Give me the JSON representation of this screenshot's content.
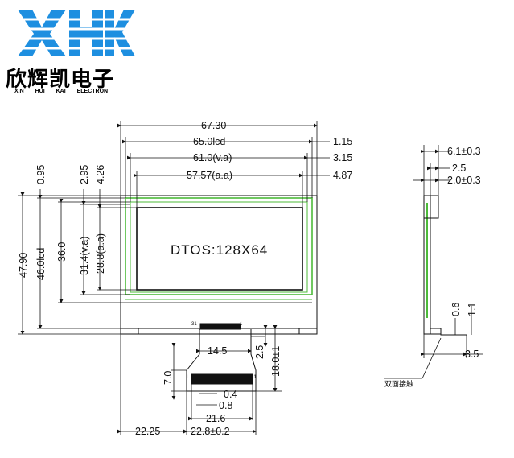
{
  "brand": {
    "logo_text": "XHK",
    "name_cn": "欣辉凯电子",
    "name_en": "XIN HUI KAI ELECTRON",
    "logo_color": "#1e8fe0"
  },
  "lcd": {
    "display_text": "DTOS:128X64",
    "frame_color": "#4dbb3a"
  },
  "dims": {
    "w_total": "67.30",
    "w_lcd": "65.0lcd",
    "w_va": "61.0(v.a)",
    "w_aa": "57.57(a.a)",
    "off_1": "1.15",
    "off_2": "3.15",
    "off_3": "4.87",
    "v_off_1": "0.95",
    "v_off_2": "2.95",
    "v_off_3": "4.26",
    "h_total": "47.90",
    "h_lcd": "46.0lcd",
    "h_36": "36.0",
    "h_va": "31.4(v.a)",
    "h_aa": "28.8(a.a)",
    "fpc_w": "14.5",
    "fpc_top": "2.5",
    "fpc_len": "18.0±1",
    "fpc_7": "7.0",
    "pitch_04": "0.4",
    "pitch_08": "0.8",
    "pins_w": "21.6",
    "left_off": "22.25",
    "fpc_tail": "22.8±0.2",
    "pin_31": "31",
    "pin_1": "1",
    "pin_1b": "1",
    "pin_31b": "31",
    "side_61": "6.1±0.3",
    "side_25": "2.5",
    "side_20": "2.0±0.3",
    "side_06": "0.6",
    "side_11": "1.1",
    "side_35": "3.5",
    "note": "双面接触"
  }
}
